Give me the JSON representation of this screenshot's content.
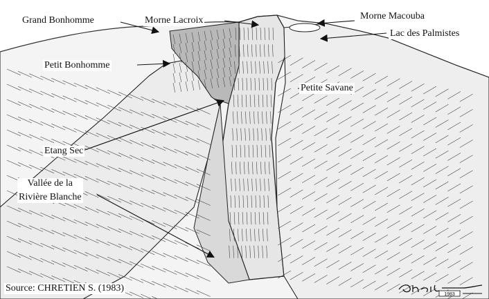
{
  "labels": {
    "grand_bonhomme": "Grand Bonhomme",
    "morne_lacroix": "Morne Lacroix",
    "morne_macouba": "Morne Macouba",
    "lac_des_palmistes": "Lac des Palmistes",
    "petit_bonhomme": "Petit Bonhomme",
    "petite_savane": "Petite Savane",
    "etang_sec": "Etang Sec",
    "vallee_line1": "Vallée de la",
    "vallee_line2": "Rivière Blanche"
  },
  "source": "Source: CHRETIEN S. (1983)",
  "signature": {
    "name": "Chrétien",
    "year": "1983"
  },
  "colors": {
    "ink": "#111111",
    "paper": "#ffffff"
  }
}
